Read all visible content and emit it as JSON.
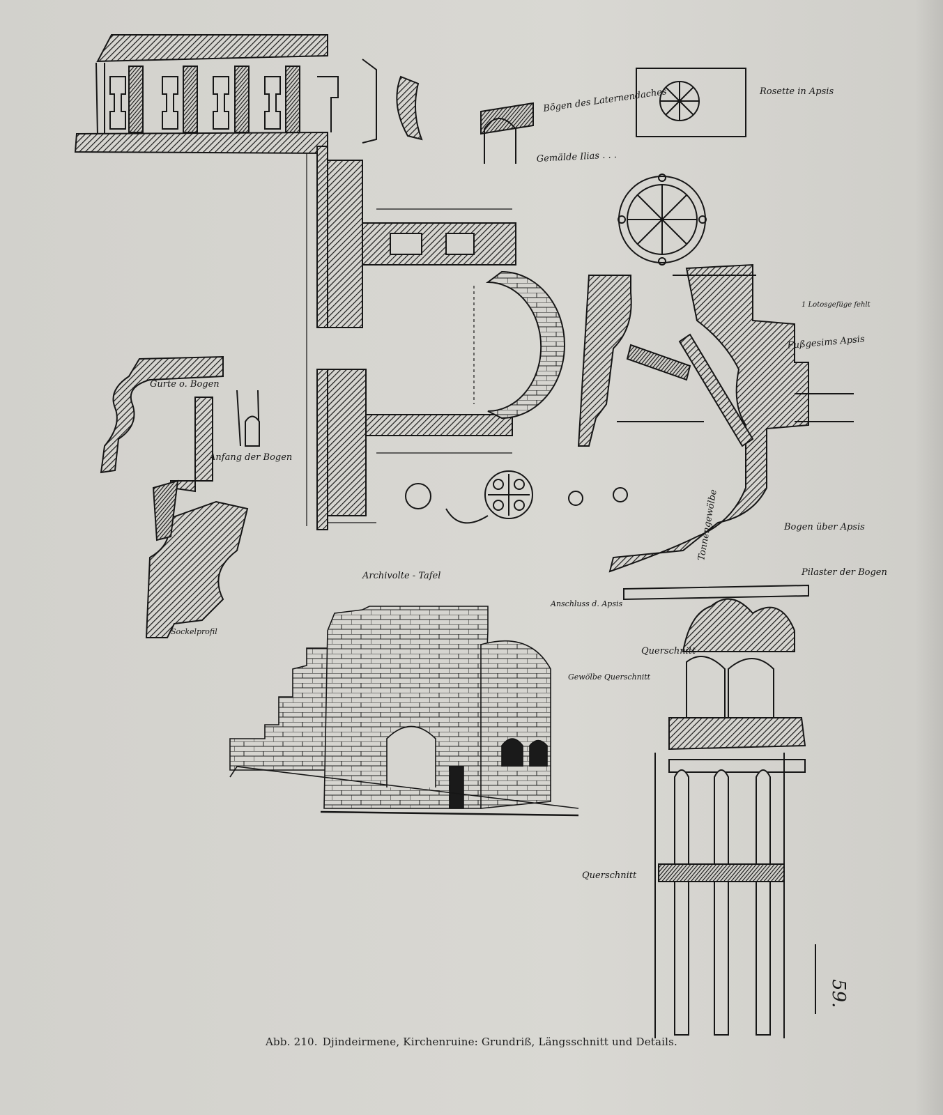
{
  "caption": {
    "figure_number": "Abb. 210.",
    "text": "Djindeirmene, Kirchenruine: Grundriß, Längsschnitt und Details."
  },
  "sketch_notes": {
    "page_number": "59."
  },
  "colors": {
    "paper": "#d6d5d0",
    "ink": "#161616"
  }
}
